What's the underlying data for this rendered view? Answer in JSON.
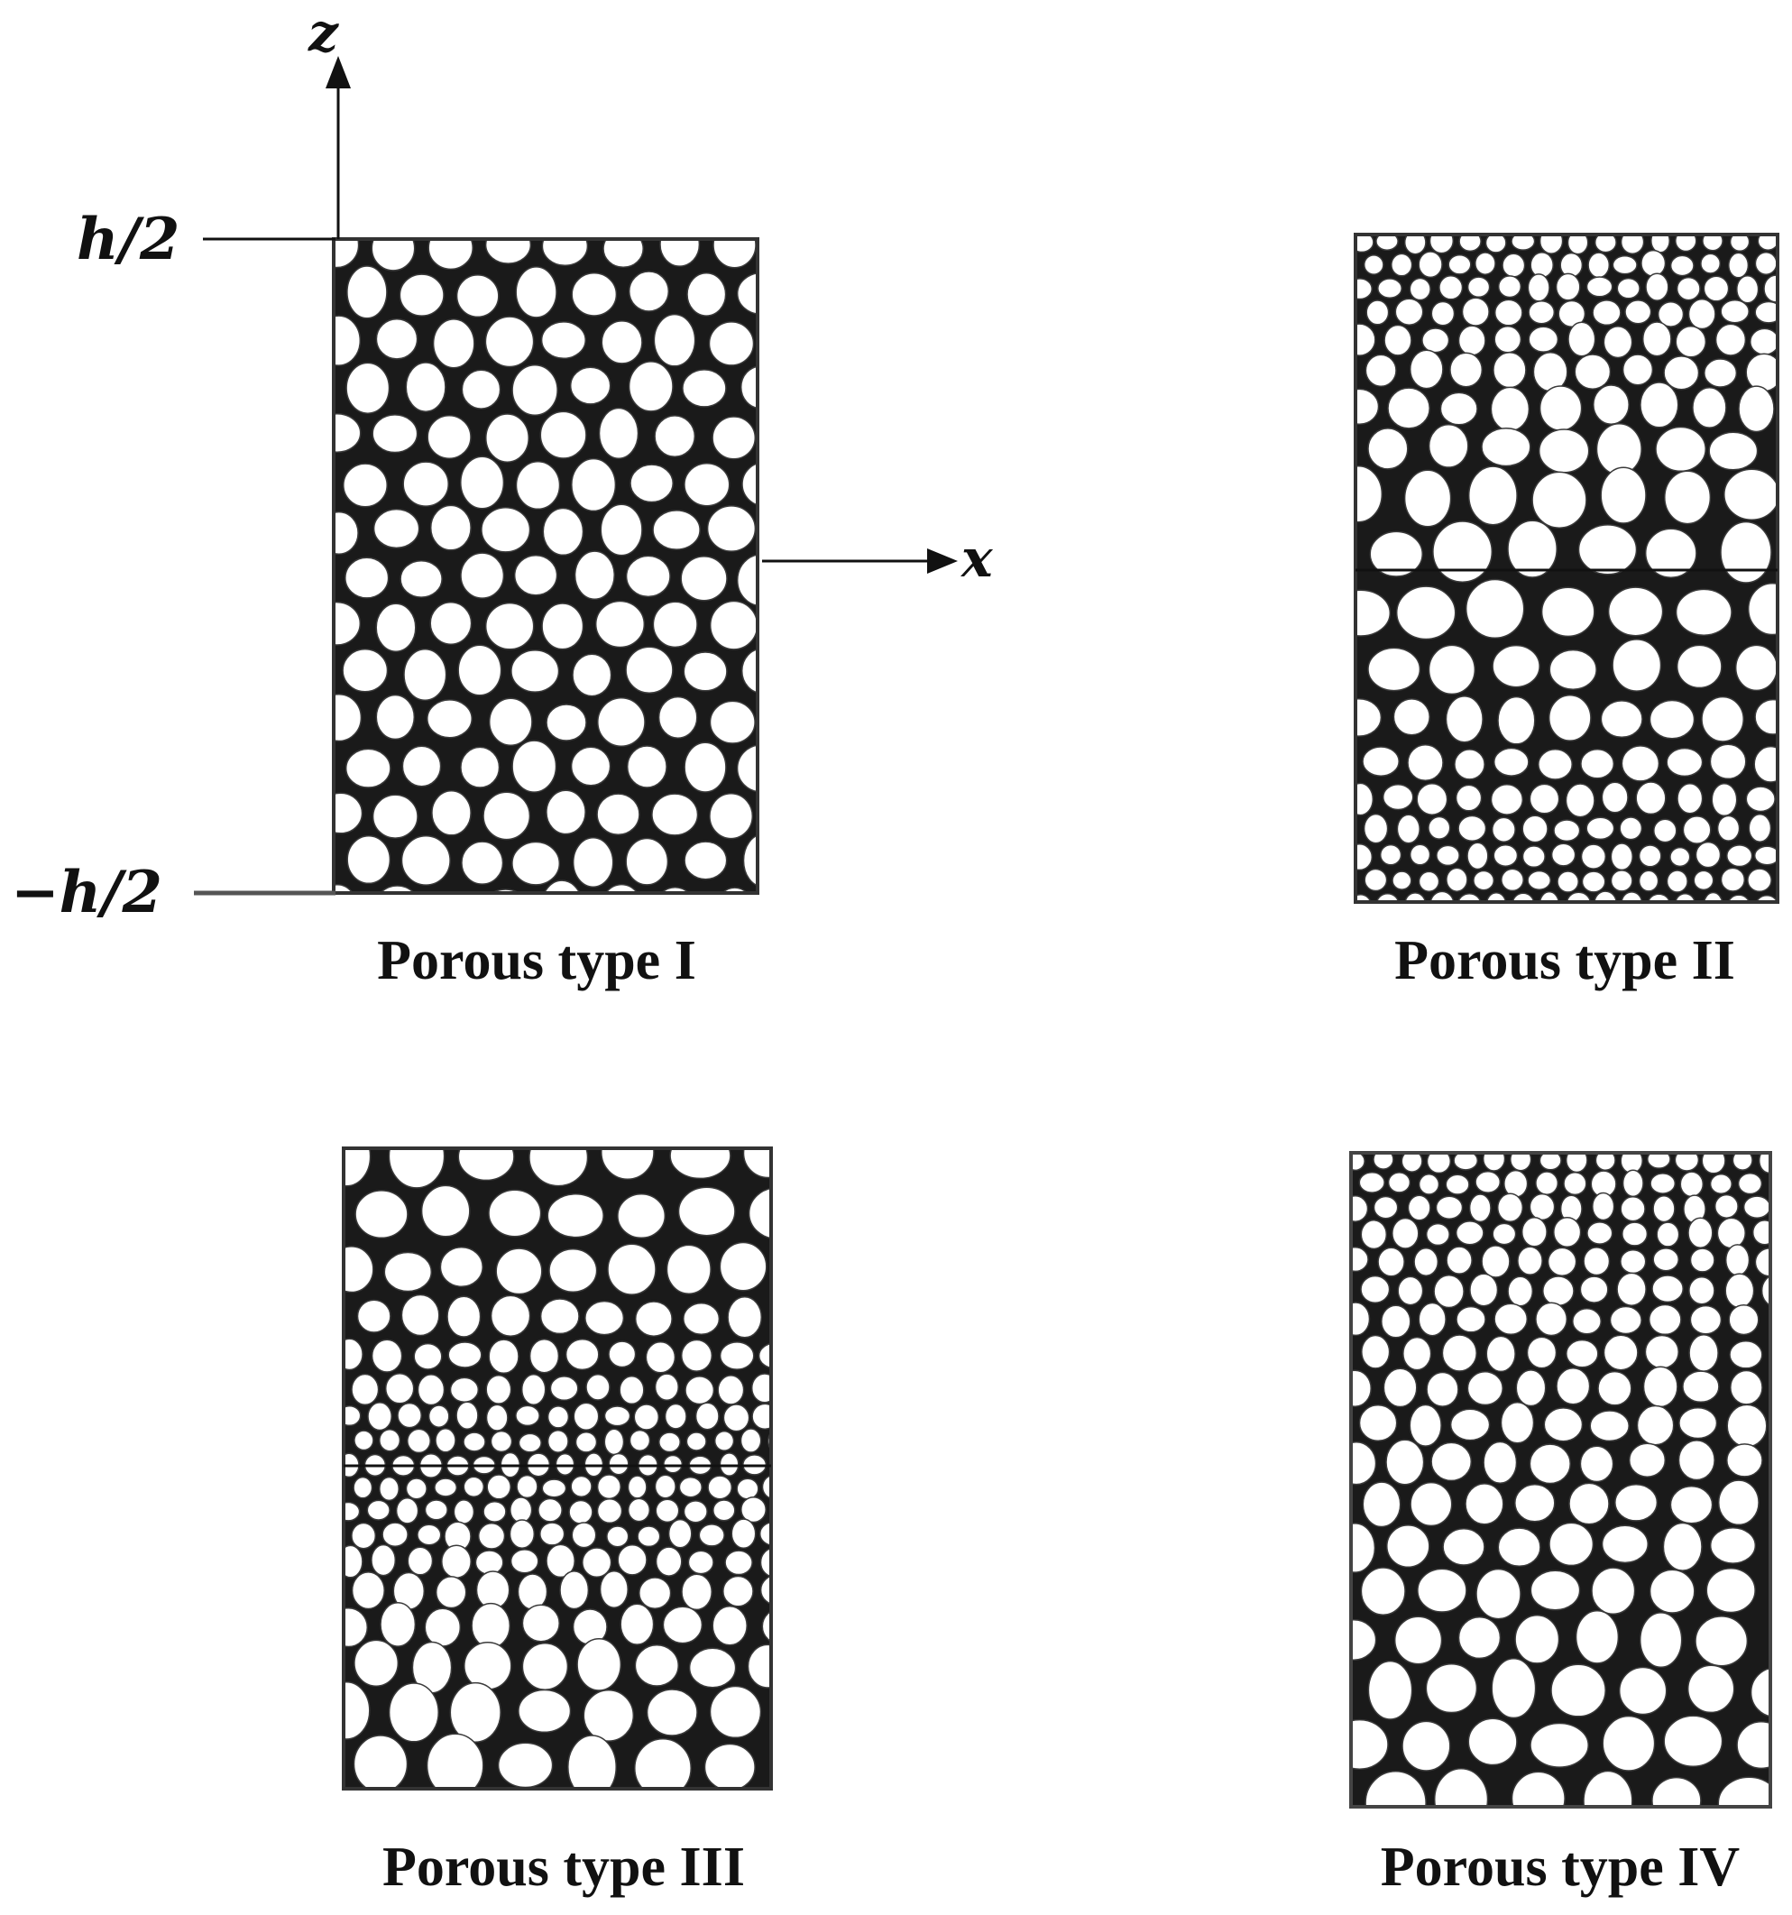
{
  "axes": {
    "z_label": "z",
    "x_label": "x",
    "top_label": "h/2",
    "bottom_label": "−h/2"
  },
  "panels": [
    {
      "caption": "Porous type I",
      "distribution": "uniform"
    },
    {
      "caption": "Porous type II",
      "distribution": "large-at-mid, small-at-surfaces"
    },
    {
      "caption": "Porous type III",
      "distribution": "small-at-mid, large-at-surfaces"
    },
    {
      "caption": "Porous type IV",
      "distribution": "small-at-top, large-at-bottom"
    }
  ],
  "colors": {
    "matrix": "#1a1a1a",
    "pore": "#ffffff",
    "line": "#111111"
  }
}
